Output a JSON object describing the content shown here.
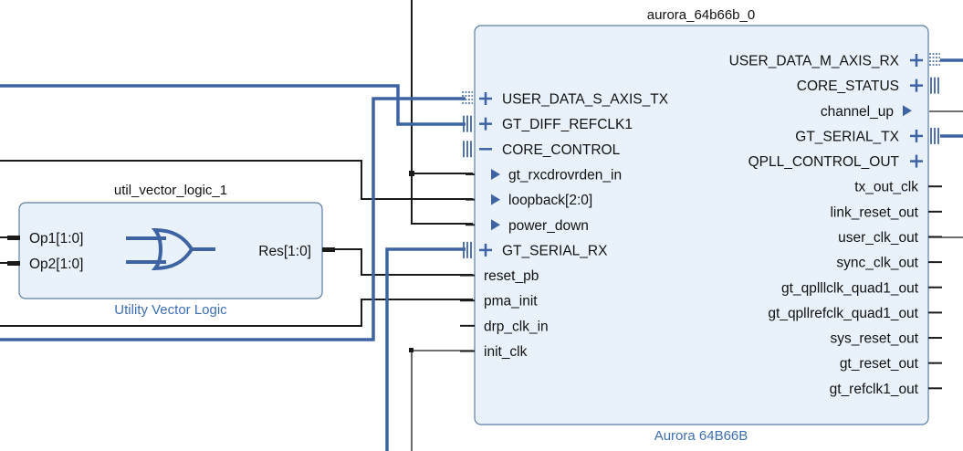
{
  "aurora": {
    "instance_name": "aurora_64b66b_0",
    "ip_name": "Aurora 64B66B",
    "left_pins": [
      {
        "label": "USER_DATA_S_AXIS_TX",
        "type": "bus-plus"
      },
      {
        "label": "GT_DIFF_REFCLK1",
        "type": "diff-plus"
      },
      {
        "label": "CORE_CONTROL",
        "type": "diff-minus"
      },
      {
        "label": "gt_rxcdrovrden_in",
        "type": "arrow"
      },
      {
        "label": "loopback[2:0]",
        "type": "arrow"
      },
      {
        "label": "power_down",
        "type": "arrow"
      },
      {
        "label": "GT_SERIAL_RX",
        "type": "diff-plus"
      },
      {
        "label": "reset_pb",
        "type": "plain"
      },
      {
        "label": "pma_init",
        "type": "plain"
      },
      {
        "label": "drp_clk_in",
        "type": "plain"
      },
      {
        "label": "init_clk",
        "type": "plain"
      }
    ],
    "right_pins": [
      {
        "label": "USER_DATA_M_AXIS_RX",
        "type": "bus-plus"
      },
      {
        "label": "CORE_STATUS",
        "type": "diff-plus"
      },
      {
        "label": "channel_up",
        "type": "arrow"
      },
      {
        "label": "GT_SERIAL_TX",
        "type": "diff-plus"
      },
      {
        "label": "QPLL_CONTROL_OUT",
        "type": "plus"
      },
      {
        "label": "tx_out_clk",
        "type": "plain"
      },
      {
        "label": "link_reset_out",
        "type": "plain"
      },
      {
        "label": "user_clk_out",
        "type": "plain"
      },
      {
        "label": "sync_clk_out",
        "type": "plain"
      },
      {
        "label": "gt_qplllclk_quad1_out",
        "type": "plain"
      },
      {
        "label": "gt_qpllrefclk_quad1_out",
        "type": "plain"
      },
      {
        "label": "sys_reset_out",
        "type": "plain"
      },
      {
        "label": "gt_reset_out",
        "type": "plain"
      },
      {
        "label": "gt_refclk1_out",
        "type": "plain"
      }
    ]
  },
  "util": {
    "instance_name": "util_vector_logic_1",
    "ip_name": "Utility Vector Logic",
    "inputs": [
      "Op1[1:0]",
      "Op2[1:0]"
    ],
    "output": "Res[1:0]",
    "gate_icon": "or-gate-icon"
  },
  "colors": {
    "block_fill": "#e9f2fb",
    "block_stroke": "#5c7ea3",
    "bus_wire": "#3e63a3",
    "net_wire": "#1a1a1a",
    "pin_icon": "#3e63a3",
    "subtitle": "#3b6eb0"
  }
}
